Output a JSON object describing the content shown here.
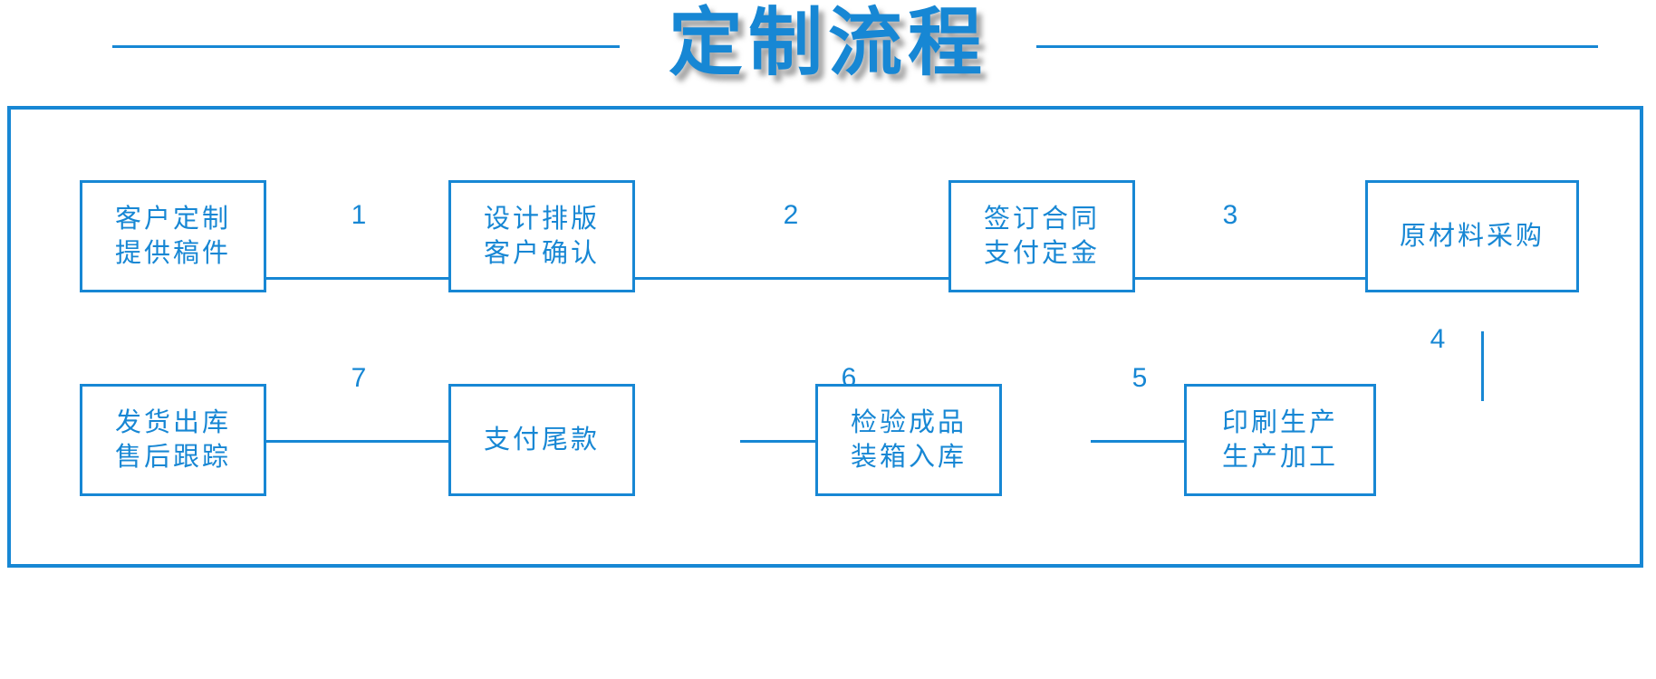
{
  "page": {
    "title": "定制流程",
    "accent_color": "#1787d4",
    "background_color": "#ffffff"
  },
  "flow": {
    "nodes": [
      {
        "id": "n1",
        "lines": [
          "客户定制",
          "提供稿件"
        ]
      },
      {
        "id": "n2",
        "lines": [
          "设计排版",
          "客户确认"
        ]
      },
      {
        "id": "n3",
        "lines": [
          "签订合同",
          "支付定金"
        ]
      },
      {
        "id": "n4",
        "lines": [
          "原材料采购"
        ]
      },
      {
        "id": "n5",
        "lines": [
          "印刷生产",
          "生产加工"
        ]
      },
      {
        "id": "n6",
        "lines": [
          "检验成品",
          "装箱入库"
        ]
      },
      {
        "id": "n7",
        "lines": [
          "支付尾款"
        ]
      },
      {
        "id": "n8",
        "lines": [
          "发货出库",
          "售后跟踪"
        ]
      }
    ],
    "connectors": [
      {
        "id": "c1",
        "label": "1",
        "from": "n1",
        "to": "n2"
      },
      {
        "id": "c2",
        "label": "2",
        "from": "n2",
        "to": "n3"
      },
      {
        "id": "c3",
        "label": "3",
        "from": "n3",
        "to": "n4"
      },
      {
        "id": "c4",
        "label": "4",
        "from": "n4",
        "to": "n5"
      },
      {
        "id": "c5",
        "label": "5",
        "from": "n5",
        "to": "n6"
      },
      {
        "id": "c6",
        "label": "6",
        "from": "n6",
        "to": "n7"
      },
      {
        "id": "c7",
        "label": "7",
        "from": "n7",
        "to": "n8"
      }
    ]
  }
}
